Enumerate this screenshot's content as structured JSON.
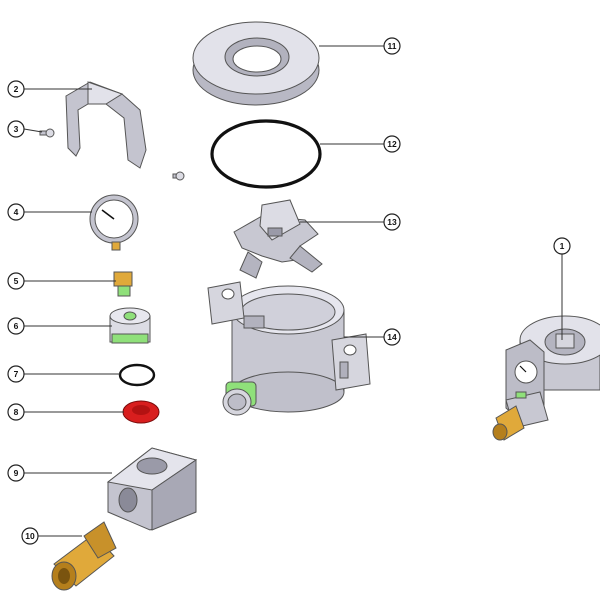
{
  "callouts": [
    {
      "label": "1"
    },
    {
      "label": "2"
    },
    {
      "label": "3"
    },
    {
      "label": "4"
    },
    {
      "label": "5"
    },
    {
      "label": "6"
    },
    {
      "label": "7"
    },
    {
      "label": "8"
    },
    {
      "label": "9"
    },
    {
      "label": "10"
    },
    {
      "label": "11"
    },
    {
      "label": "12"
    },
    {
      "label": "13"
    },
    {
      "label": "14"
    }
  ],
  "colors": {
    "metal_light": "#dcdce4",
    "metal_mid": "#c4c4cf",
    "metal_dark": "#9a9aa8",
    "brass": "#e0a93a",
    "brass_dark": "#b57f1c",
    "seal_green": "#8fe07a",
    "cap_red": "#d81e1e",
    "oring_black": "#111111"
  }
}
